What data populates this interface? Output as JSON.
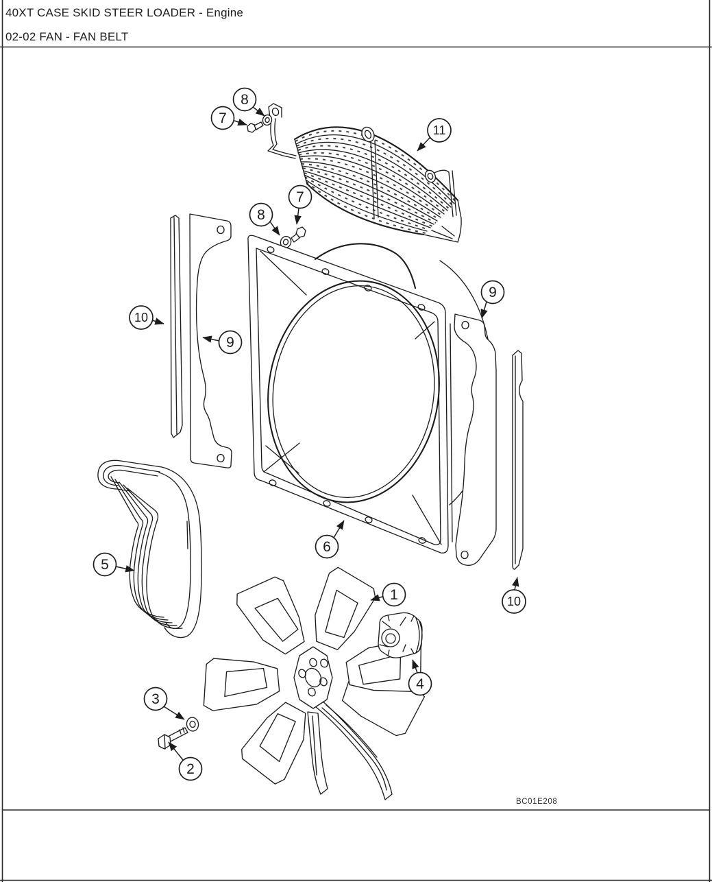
{
  "header": {
    "title": "40XT CASE SKID STEER LOADER - Engine",
    "subtitle": "02-02 FAN - FAN BELT"
  },
  "figure": {
    "code": "BC01E208"
  },
  "callouts": {
    "c1": "1",
    "c2": "2",
    "c3": "3",
    "c4": "4",
    "c5": "5",
    "c6": "6",
    "c7a": "7",
    "c7b": "7",
    "c8a": "8",
    "c8b": "8",
    "c9_left": "9",
    "c9_right": "9",
    "c10_left": "10",
    "c10_right": "10",
    "c11": "11"
  }
}
